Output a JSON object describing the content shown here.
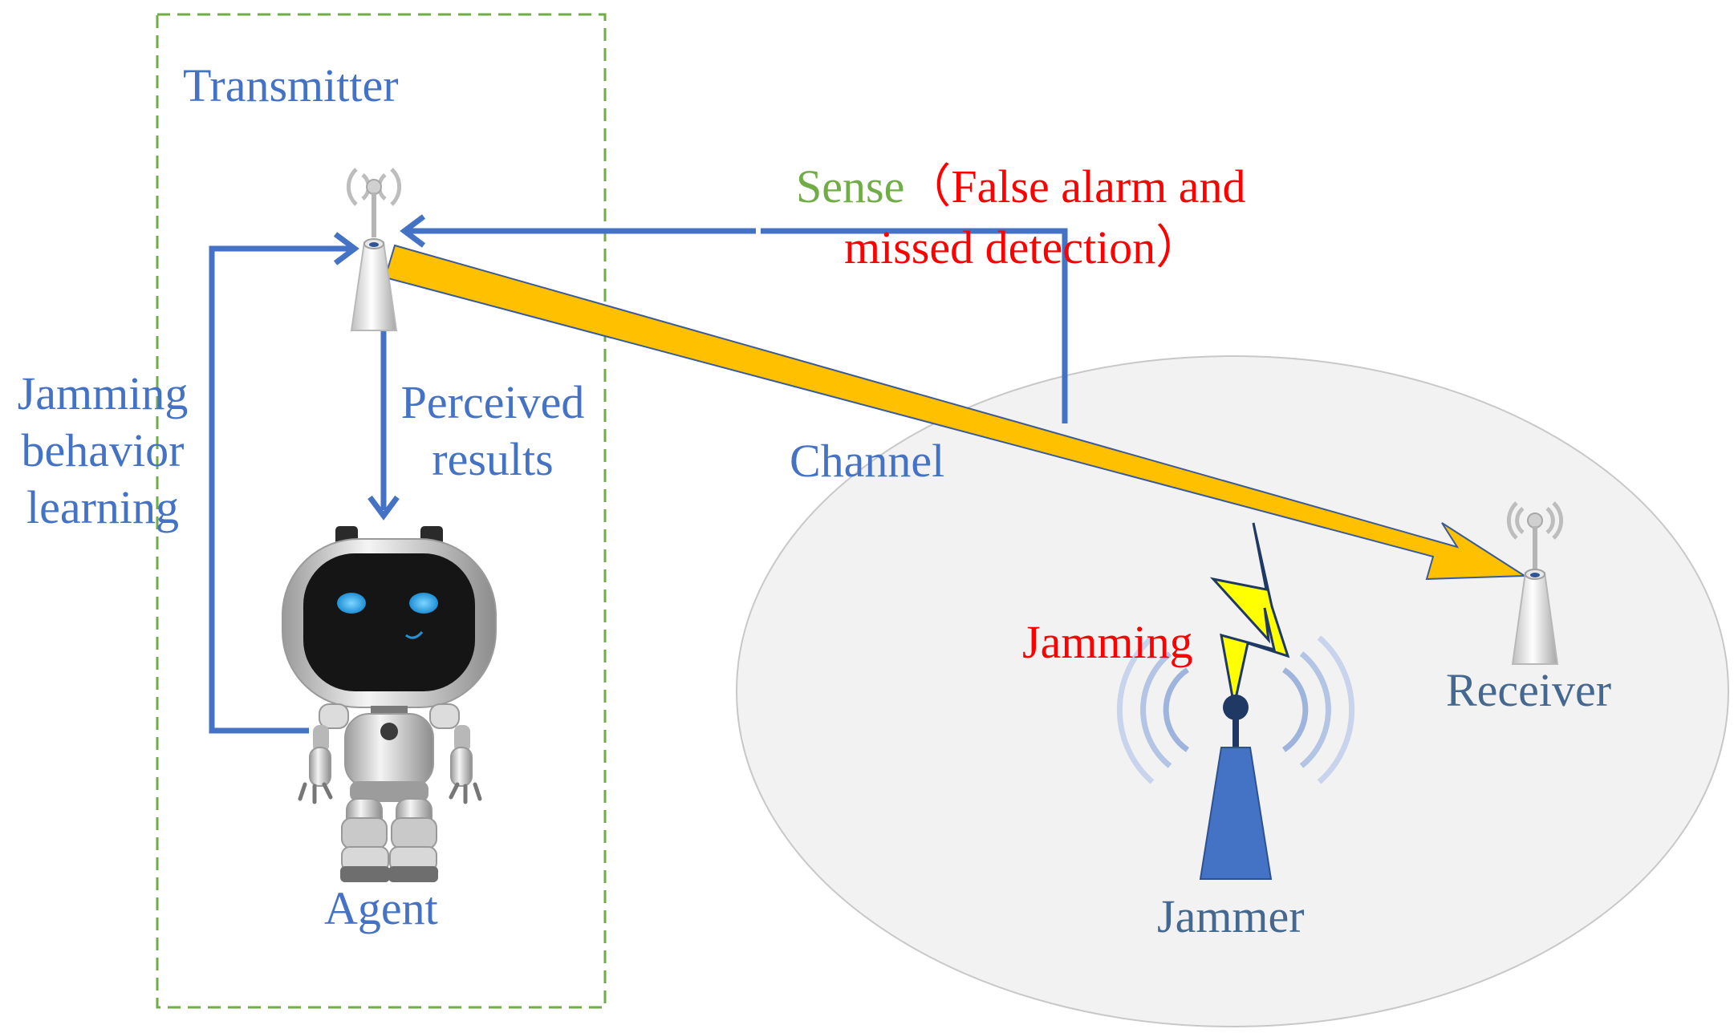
{
  "labels": {
    "transmitter": "Transmitter",
    "jamming_behavior_learning": [
      "Jamming",
      "behavior",
      "learning"
    ],
    "perceived_results": [
      "Perceived",
      "results"
    ],
    "agent": "Agent",
    "sense": "Sense",
    "sense_detail_line1": "（False alarm and",
    "sense_detail_line2": "missed detection）",
    "channel": "Channel",
    "jamming": "Jamming",
    "receiver": "Receiver",
    "jammer": "Jammer"
  },
  "colors": {
    "flow_arrow": "#4472c4",
    "channel_arrow": "#ffc000",
    "channel_region": "#f2f2f2",
    "transmitter_box": "#70ad47",
    "jamming_bolt": "#ffff00",
    "jammer_tower": "#4472c4",
    "sense_text": "#70ad47",
    "alert_text": "#ff0000"
  },
  "icons": {
    "transmitter_antenna": "wifi-router-icon",
    "receiver_antenna": "wifi-router-icon",
    "agent": "robot-icon",
    "jammer": "radio-tower-icon",
    "jamming_signal": "lightning-bolt-icon"
  }
}
